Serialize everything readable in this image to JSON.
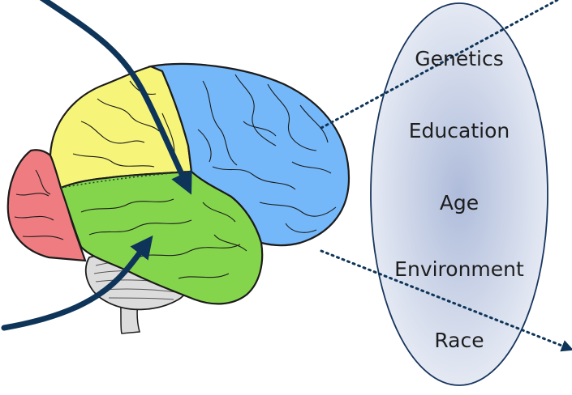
{
  "factors": {
    "items": [
      "Genetics",
      "Education",
      "Age",
      "Environment",
      "Race"
    ]
  },
  "colors": {
    "frontal": "#74b8fa",
    "parietal": "#f6f57a",
    "occipital": "#ee7c80",
    "temporal": "#84d54c",
    "cerebellum": "#dcdcdc",
    "arrow": "#0e3559",
    "ellipse_center": "#aebbda",
    "ellipse_edge": "#e4e9f3",
    "outline": "#1c1c1c"
  },
  "icons": {
    "brain": "brain-icon",
    "arrow": "curved-arrow-icon",
    "dotted_line": "dotted-pointer-line"
  }
}
